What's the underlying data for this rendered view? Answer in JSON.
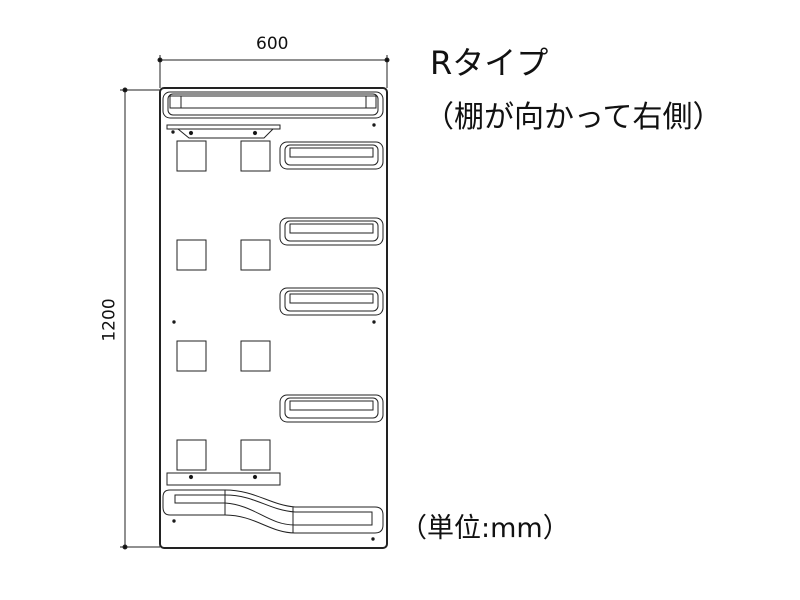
{
  "dimensions": {
    "width": "600",
    "height": "1200"
  },
  "title": "Rタイプ",
  "subtitle": "（棚が向かって右側）",
  "unit": "（単位:mm）"
}
